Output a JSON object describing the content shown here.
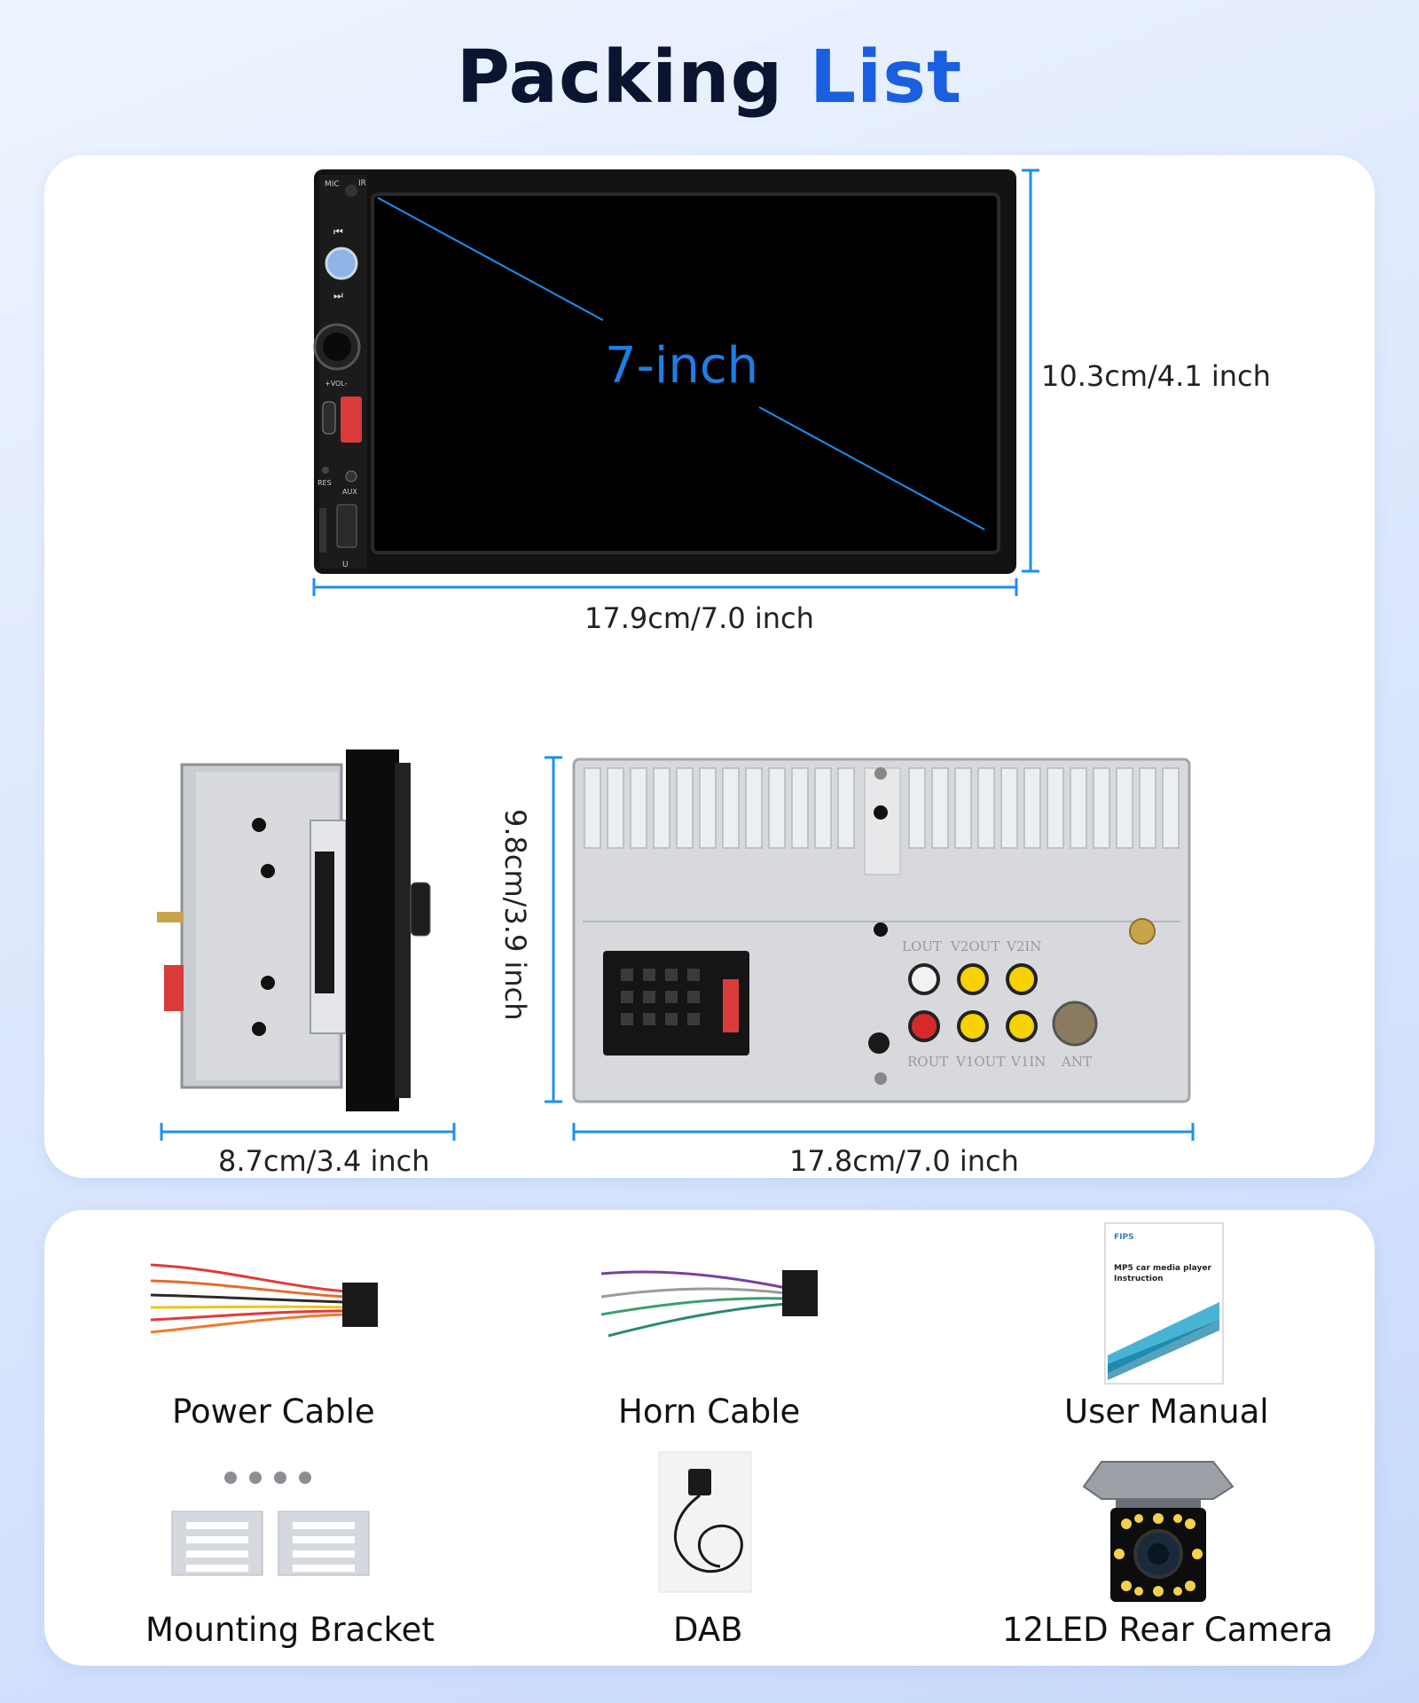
{
  "title": {
    "main": "Packing",
    "accent": "List"
  },
  "colors": {
    "accent": "#1a5fe0",
    "dimension_line": "#1c8ff0",
    "screen_text": "#1d7fe6"
  },
  "front_view": {
    "screen_label": "7-inch",
    "height_label": "10.3cm/4.1 inch",
    "width_label": "17.9cm/7.0 inch",
    "button_labels": {
      "mic": "MIC",
      "ir": "IR",
      "vol": "+VOL-",
      "res": "RES",
      "aux": "AUX",
      "usb": "U"
    }
  },
  "side_view": {
    "depth_label": "8.7cm/3.4 inch",
    "height_label": "9.8cm/3.9 inch"
  },
  "back_view": {
    "width_label": "17.8cm/7.0 inch",
    "port_labels_top": [
      "LOUT",
      "V2OUT",
      "V2IN"
    ],
    "port_labels_bottom": [
      "ROUT",
      "V1OUT",
      "V1IN",
      "ANT"
    ]
  },
  "accessories": [
    {
      "label": "Power Cable",
      "icon": "power-cable-icon"
    },
    {
      "label": "Horn Cable",
      "icon": "horn-cable-icon"
    },
    {
      "label": "User Manual",
      "icon": "user-manual-icon",
      "manual_brand": "FIPS",
      "manual_title": "MP5 car media player Instruction"
    },
    {
      "label": "Mounting Bracket",
      "icon": "mounting-bracket-icon"
    },
    {
      "label": "DAB",
      "icon": "dab-antenna-icon"
    },
    {
      "label": "12LED Rear Camera",
      "icon": "rear-camera-icon"
    }
  ]
}
